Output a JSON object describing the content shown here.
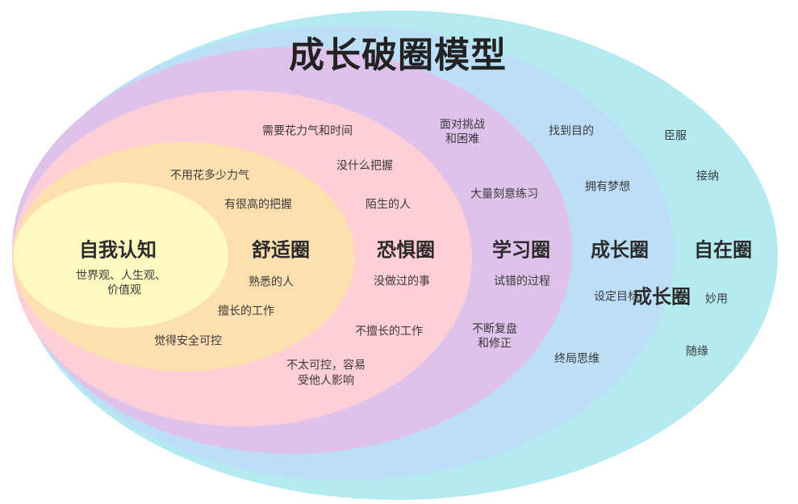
{
  "title": "成长破圈模型",
  "colors": {
    "ring_outer": "#b3ebf0",
    "ring_growth": "#bcdff7",
    "ring_learning": "#dec2ea",
    "ring_fear": "#ffcfd8",
    "ring_comfort": "#fddfb0",
    "ring_core": "#fff8c0"
  },
  "zones": {
    "core": {
      "label": "自我认知",
      "notes": [
        "世界观、人生观、",
        "价值观"
      ]
    },
    "comfort": {
      "label": "舒适圈",
      "notes": [
        "不用花多少力气",
        "有很高的把握",
        "熟悉的人",
        "擅长的工作",
        "觉得安全可控"
      ]
    },
    "fear": {
      "label": "恐惧圈",
      "notes": [
        "需要花力气和时间",
        "没什么把握",
        "陌生的人",
        "没做过的事",
        "不擅长的工作",
        "不太可控，容易",
        "受他人影响"
      ]
    },
    "learning": {
      "label": "学习圈",
      "notes": [
        "面对挑战",
        "和困难",
        "大量刻意练习",
        "试错的过程",
        "不断复盘",
        "和修正"
      ]
    },
    "growth": {
      "label": "成长圈",
      "notes": [
        "找到目的",
        "拥有梦想",
        "设定目标",
        "终局思维"
      ],
      "overlay_label": "成长圈"
    },
    "free": {
      "label": "自在圈",
      "notes": [
        "臣服",
        "接纳",
        "妙用",
        "随缘"
      ]
    }
  }
}
